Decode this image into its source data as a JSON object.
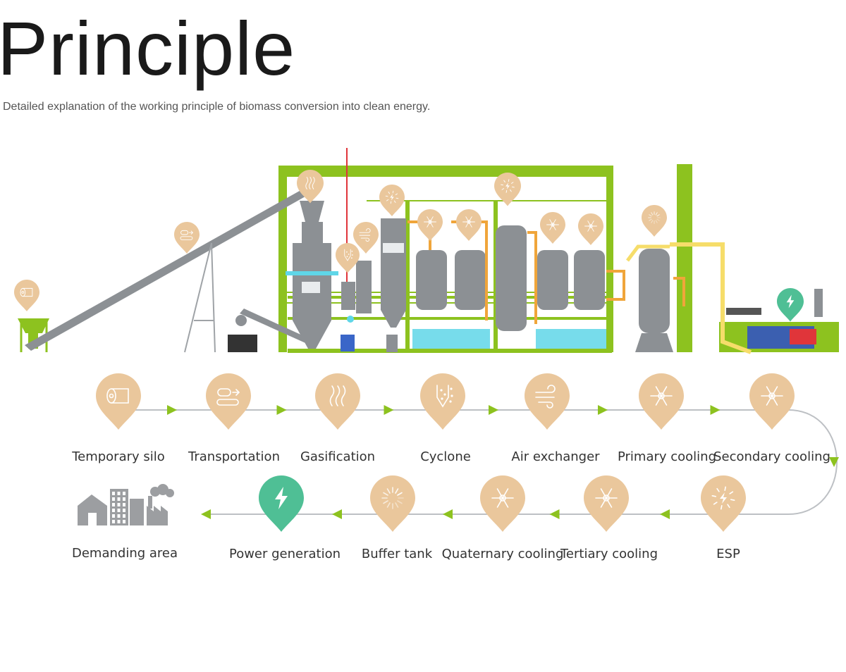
{
  "header": {
    "title": "Principle",
    "subtitle": "Detailed explanation of the working principle of biomass conversion into clean energy."
  },
  "colors": {
    "pin": "#EAC79C",
    "pin_power": "#4FBF95",
    "connector": "#BDC0C4",
    "arrow": "#8DC21F",
    "frame": "#8DC21F",
    "tank": "#8C9094",
    "pipe_orange": "#F0A53A",
    "pipe_yellow": "#F6DD6A",
    "water": "#5FD6E8",
    "text": "#333333"
  },
  "steps_row1": [
    {
      "label": "Temporary silo",
      "icon": "log-icon"
    },
    {
      "label": "Transportation",
      "icon": "conveyor-icon"
    },
    {
      "label": "Gasification",
      "icon": "heat-waves-icon"
    },
    {
      "label": "Cyclone",
      "icon": "cyclone-icon"
    },
    {
      "label": "Air exchanger",
      "icon": "wind-icon"
    },
    {
      "label": "Primary cooling",
      "icon": "snowflake-icon"
    },
    {
      "label": "Secondary cooling",
      "icon": "snowflake-icon"
    }
  ],
  "steps_row2": [
    {
      "label": "ESP",
      "icon": "electrostatic-icon"
    },
    {
      "label": "Tertiary cooling",
      "icon": "snowflake-icon"
    },
    {
      "label": "Quaternary cooling",
      "icon": "snowflake-icon"
    },
    {
      "label": "Buffer tank",
      "icon": "buffer-icon"
    },
    {
      "label": "Power generation",
      "icon": "lightning-icon"
    },
    {
      "label": "Demanding area",
      "icon": "city-buildings-icon"
    }
  ],
  "plant_pins": [
    {
      "name": "temporary-silo",
      "icon": "log-icon"
    },
    {
      "name": "transportation",
      "icon": "conveyor-icon"
    },
    {
      "name": "gasification",
      "icon": "heat-waves-icon"
    },
    {
      "name": "cyclone",
      "icon": "cyclone-icon"
    },
    {
      "name": "air-exchanger",
      "icon": "wind-icon"
    },
    {
      "name": "esp",
      "icon": "electrostatic-icon"
    },
    {
      "name": "primary-cooling",
      "icon": "snowflake-icon"
    },
    {
      "name": "secondary-cooling",
      "icon": "snowflake-icon"
    },
    {
      "name": "esp-column",
      "icon": "electrostatic-icon"
    },
    {
      "name": "tertiary-cooling",
      "icon": "snowflake-icon"
    },
    {
      "name": "quaternary-cooling",
      "icon": "snowflake-icon"
    },
    {
      "name": "buffer-tank",
      "icon": "buffer-icon"
    },
    {
      "name": "power-generation",
      "icon": "lightning-icon"
    }
  ]
}
